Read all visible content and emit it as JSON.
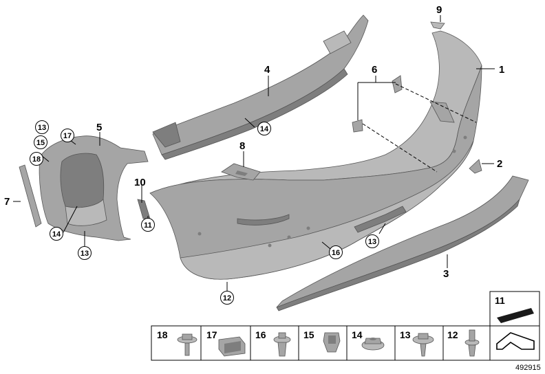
{
  "callouts": {
    "c1": "1",
    "c2": "2",
    "c3": "3",
    "c4": "4",
    "c5": "5",
    "c6": "6",
    "c7": "7",
    "c8": "8",
    "c9": "9",
    "c10": "10",
    "c11_circle": "11",
    "c12_circle": "12",
    "c13_top": "13",
    "c13_bottom": "13",
    "c13_center": "13",
    "c14_bracket": "14",
    "c14_beam": "14",
    "c15_circle": "15",
    "c16_circle": "16",
    "c17_circle": "17",
    "c18_circle": "18"
  },
  "legend": {
    "row": [
      {
        "label": "18",
        "icon": "screw-with-washer-icon"
      },
      {
        "label": "17",
        "icon": "spring-nut-clip-icon"
      },
      {
        "label": "16",
        "icon": "expanding-rivet-icon"
      },
      {
        "label": "15",
        "icon": "plastic-nut-icon"
      },
      {
        "label": "14",
        "icon": "hex-nut-with-flange-icon"
      },
      {
        "label": "13",
        "icon": "self-tapping-screw-icon"
      },
      {
        "label": "12",
        "icon": "push-pin-clip-icon"
      }
    ],
    "side": [
      {
        "label": "11",
        "icon": "adhesive-pad-icon"
      },
      {
        "label": "",
        "icon": "model-arrow-icon"
      }
    ]
  },
  "diagram_id": "492915",
  "colors": {
    "part_light": "#b9b9b9",
    "part_mid": "#a5a5a5",
    "part_dark": "#7e7e7e",
    "line": "#000000"
  }
}
